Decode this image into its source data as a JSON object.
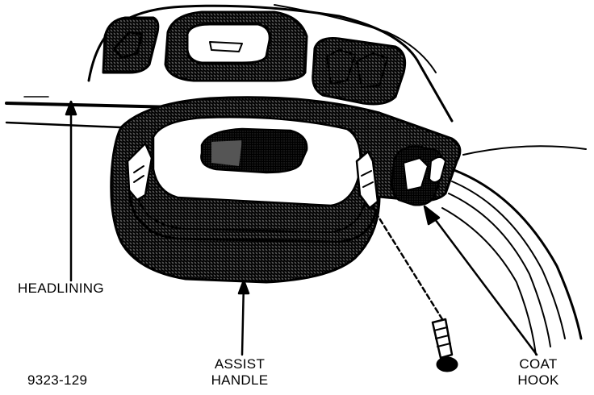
{
  "labels": {
    "headlining": "HEADLINING",
    "assist_handle_line1": "ASSIST",
    "assist_handle_line2": "HANDLE",
    "coat_hook_line1": "COAT",
    "coat_hook_line2": "HOOK",
    "figure_number": "9323-129"
  },
  "colors": {
    "ink": "#000000",
    "paper": "#ffffff",
    "shade": "#cfcfcf"
  }
}
